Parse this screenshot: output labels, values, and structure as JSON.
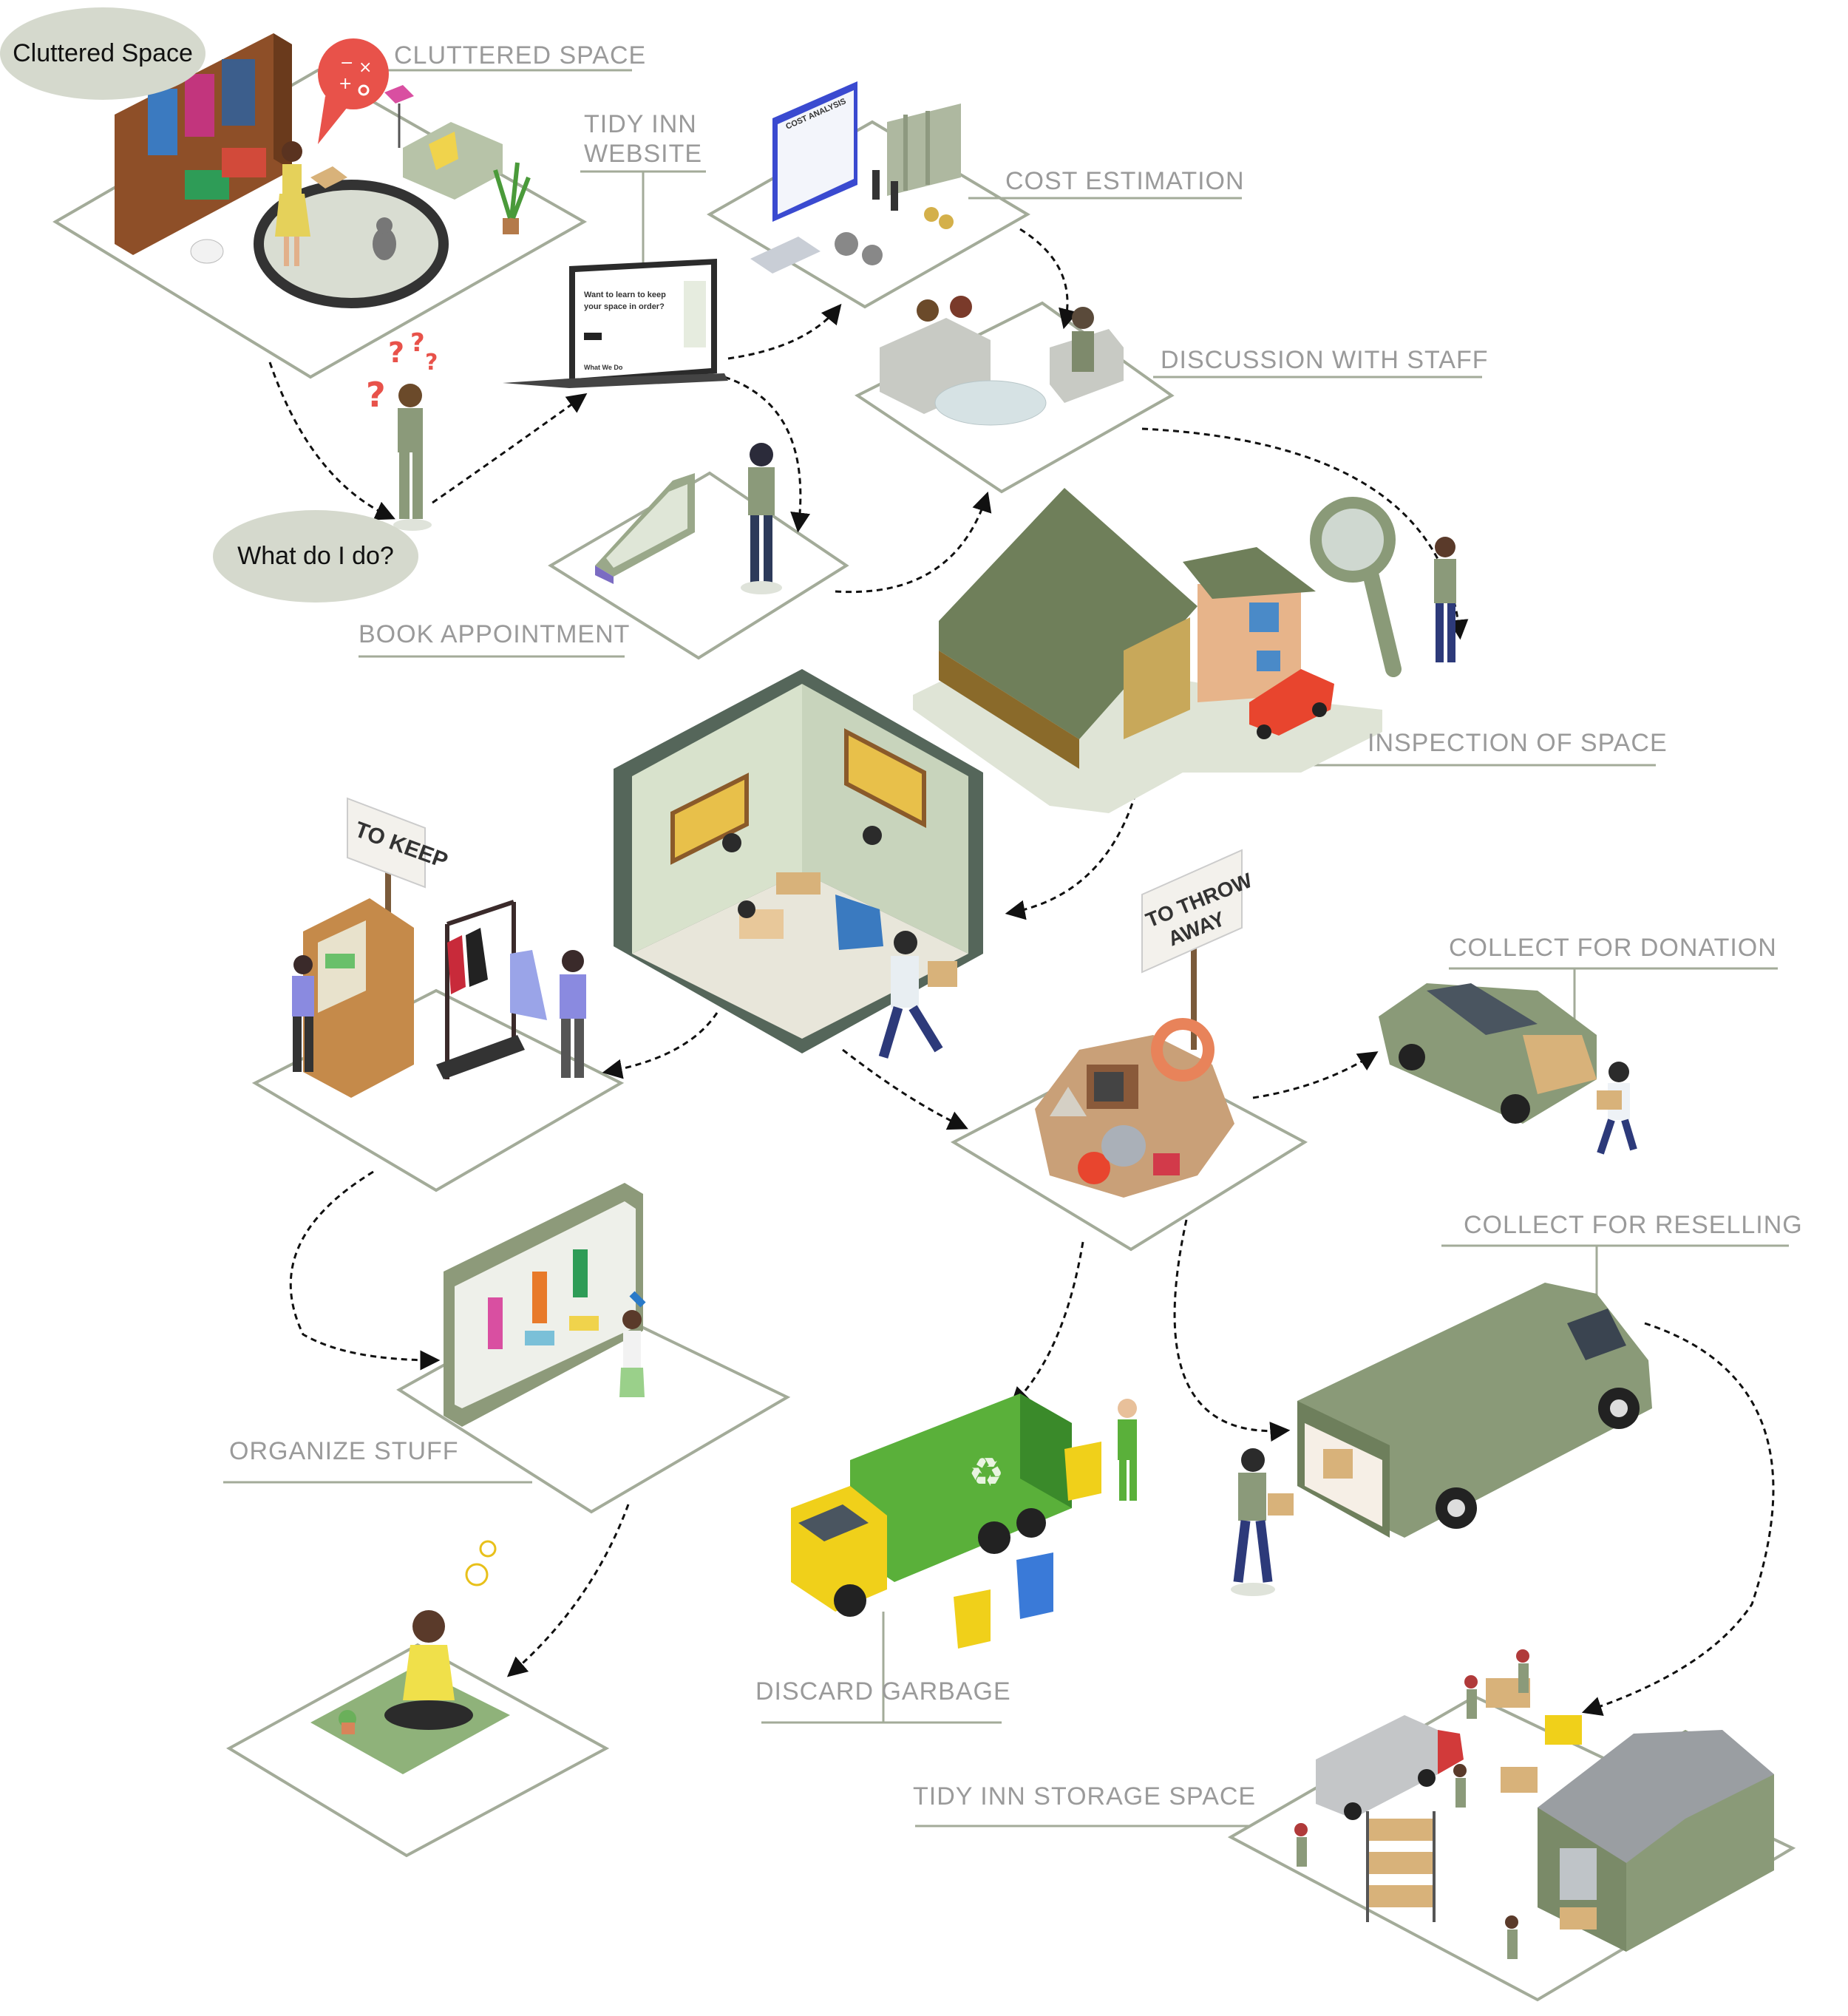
{
  "bubbles": {
    "cluttered": "Cluttered Space",
    "question": "What do I do?"
  },
  "labels": {
    "cluttered_space": "CLUTTERED SPACE",
    "website_line1": "TIDY INN",
    "website_line2": "WEBSITE",
    "cost_estimation": "COST ESTIMATION",
    "discussion": "DISCUSSION WITH STAFF",
    "book_appointment": "BOOK APPOINTMENT",
    "inspection": "INSPECTION OF SPACE",
    "donation": "COLLECT FOR DONATION",
    "reselling": "COLLECT FOR RESELLING",
    "organize": "ORGANIZE STUFF",
    "discard": "DISCARD GARBAGE",
    "storage": "TIDY INN STORAGE SPACE"
  },
  "signs": {
    "keep": "TO KEEP",
    "throw_line1": "TO THROW",
    "throw_line2": "AWAY"
  },
  "laptop": {
    "headline_line1": "Want to learn to keep",
    "headline_line2": "your space in order?",
    "footer": "What We Do"
  },
  "monitor": {
    "title": "COST ANALYSIS"
  },
  "colors": {
    "sage": "#8a9a78",
    "sage_dark": "#6e7f5c",
    "platform_stroke": "#a3ab99",
    "label_text": "#9a9a9a",
    "bubble_fill": "#d5d9cd"
  }
}
